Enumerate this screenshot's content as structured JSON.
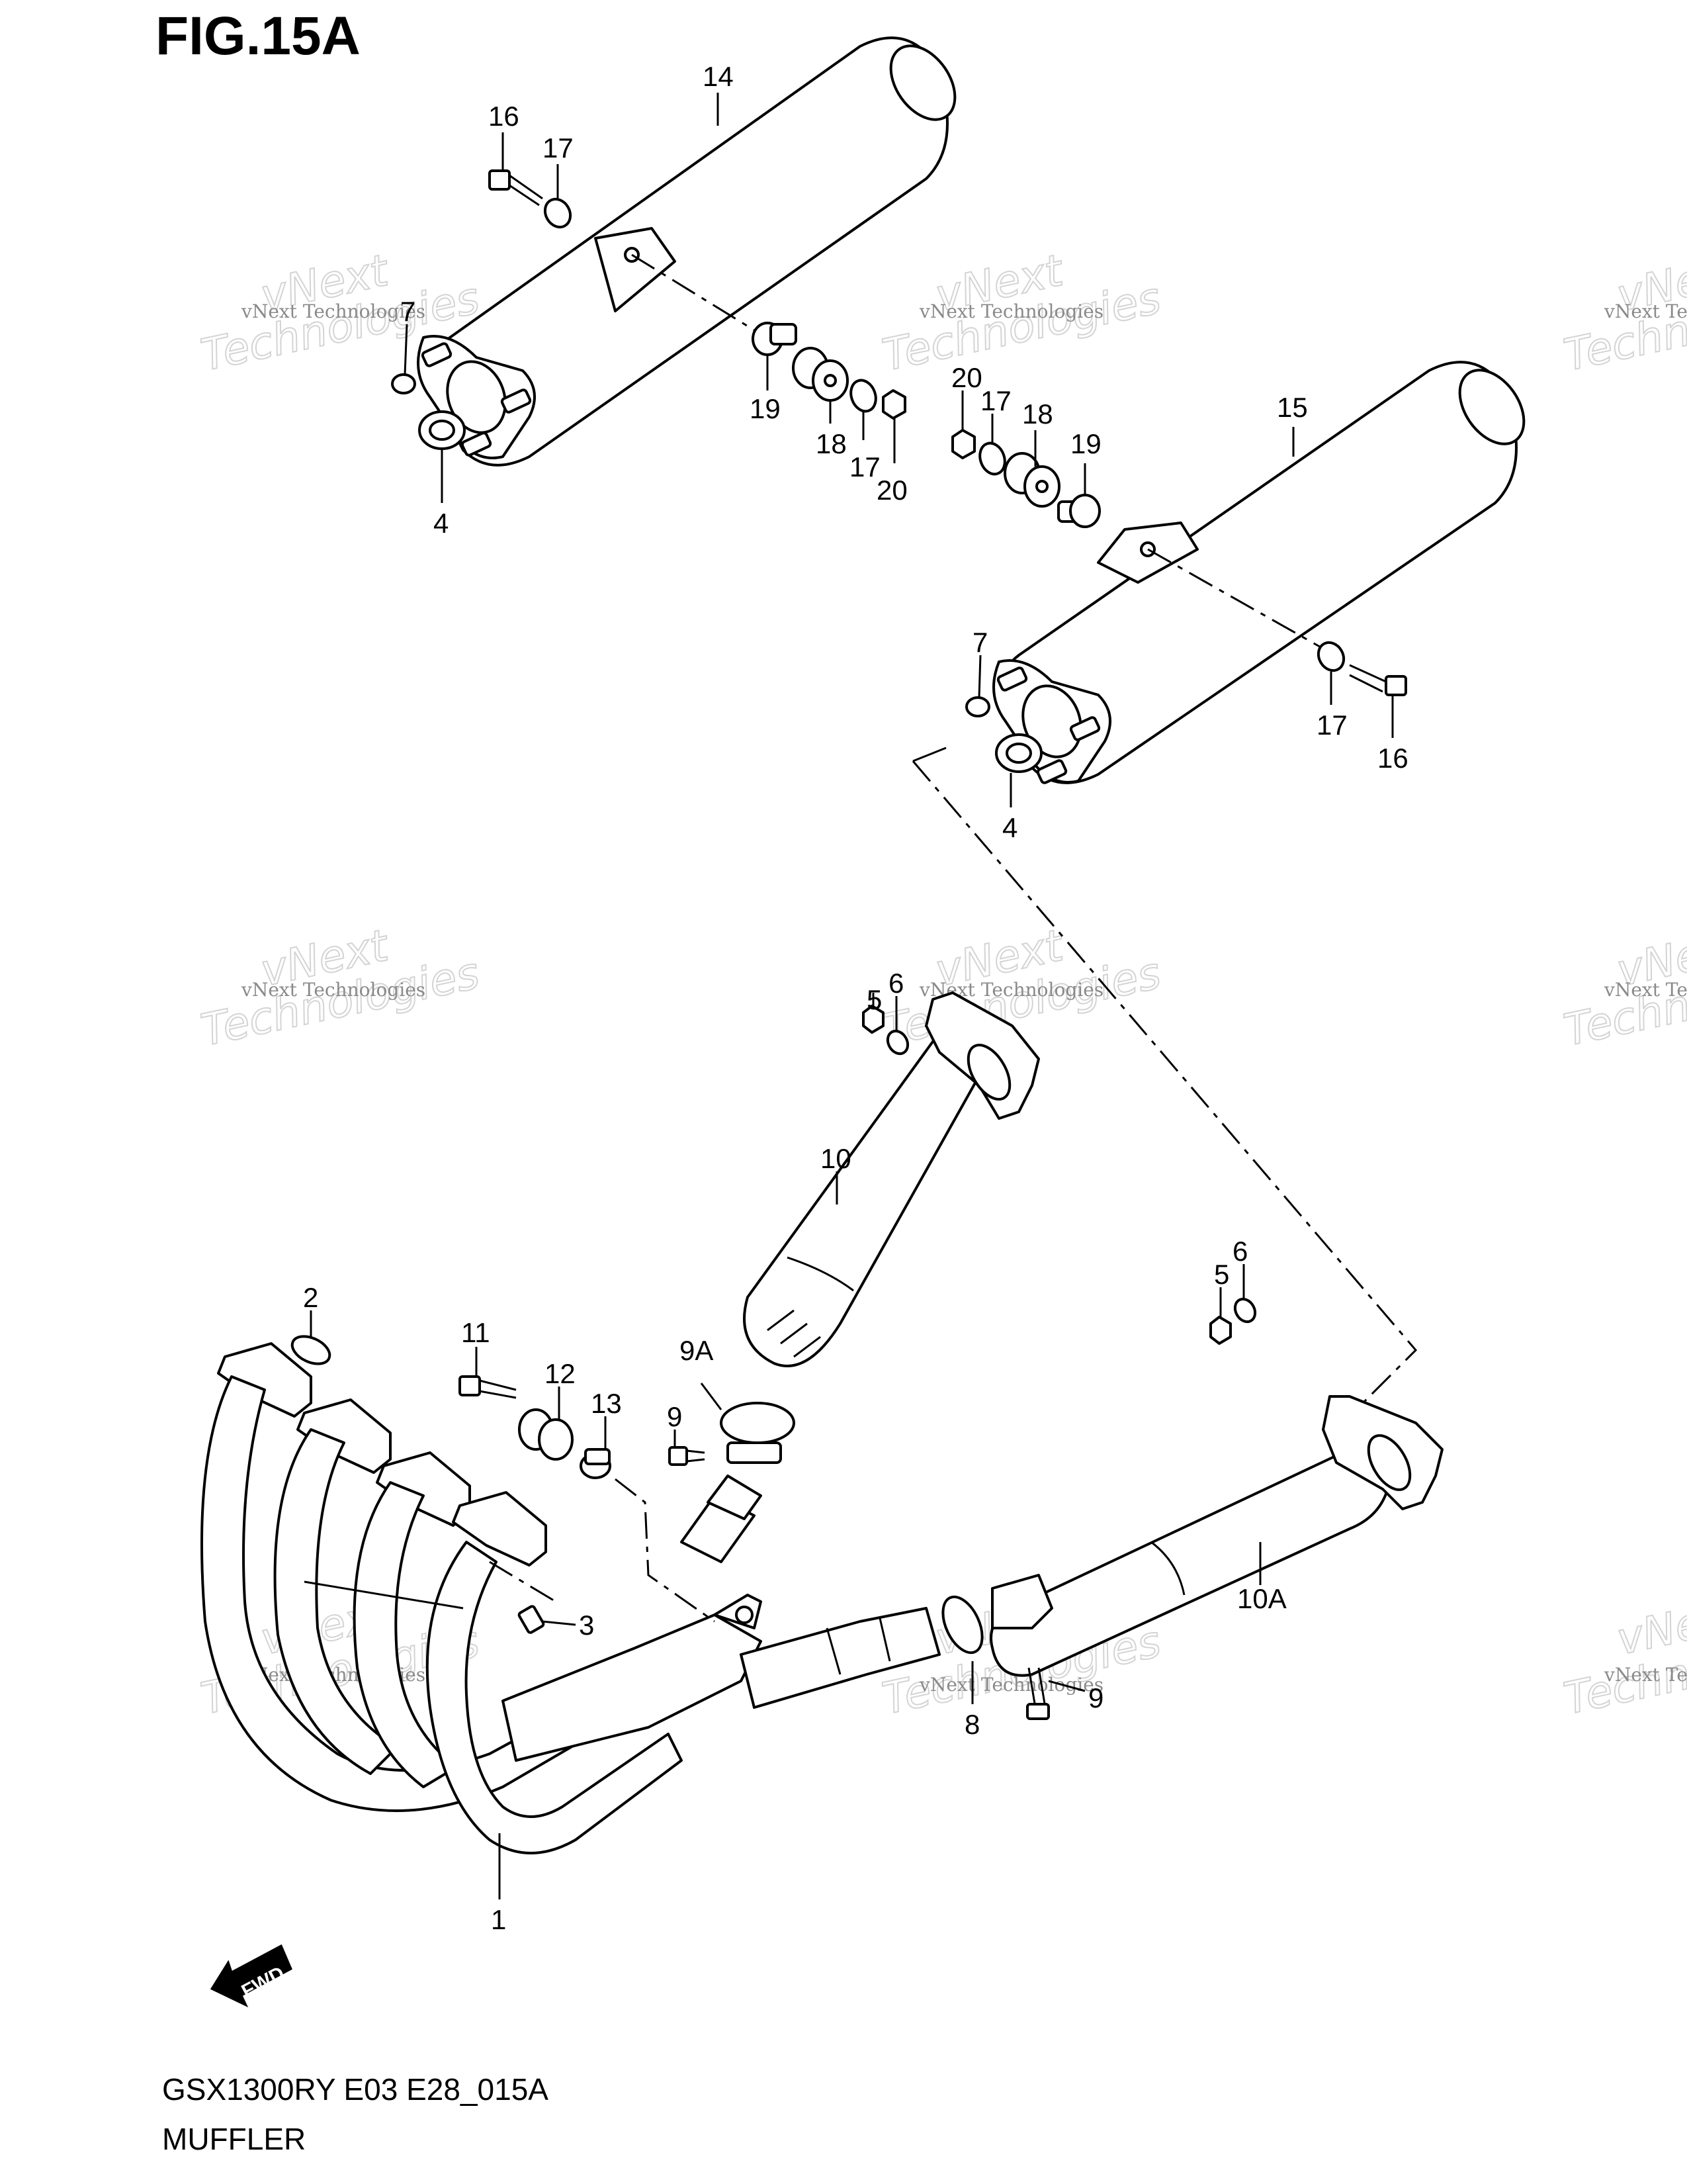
{
  "figure": {
    "title": "FIG.15A",
    "code": "GSX1300RY E03 E28_015A",
    "name": "MUFFLER"
  },
  "watermark": {
    "small": "vNext Technologies",
    "big_line1": "vNext",
    "big_line2": "Technologies"
  },
  "fwd_label": "FWD",
  "callouts": {
    "c14": "14",
    "c16a": "16",
    "c17a": "17",
    "c7a": "7",
    "c4a": "4",
    "c19a": "19",
    "c18a": "18",
    "c17b": "17",
    "c20a": "20",
    "c20b": "20",
    "c17c": "17",
    "c18b": "18",
    "c19b": "19",
    "c15": "15",
    "c7b": "7",
    "c4b": "4",
    "c17d": "17",
    "c16b": "16",
    "c5a": "5",
    "c6a": "6",
    "c10": "10",
    "c5b": "5",
    "c6b": "6",
    "c2": "2",
    "c11": "11",
    "c12": "12",
    "c13": "13",
    "c9a": "9A",
    "c9b": "9",
    "c3": "3",
    "c10a": "10A",
    "c8": "8",
    "c9c": "9",
    "c1": "1"
  }
}
